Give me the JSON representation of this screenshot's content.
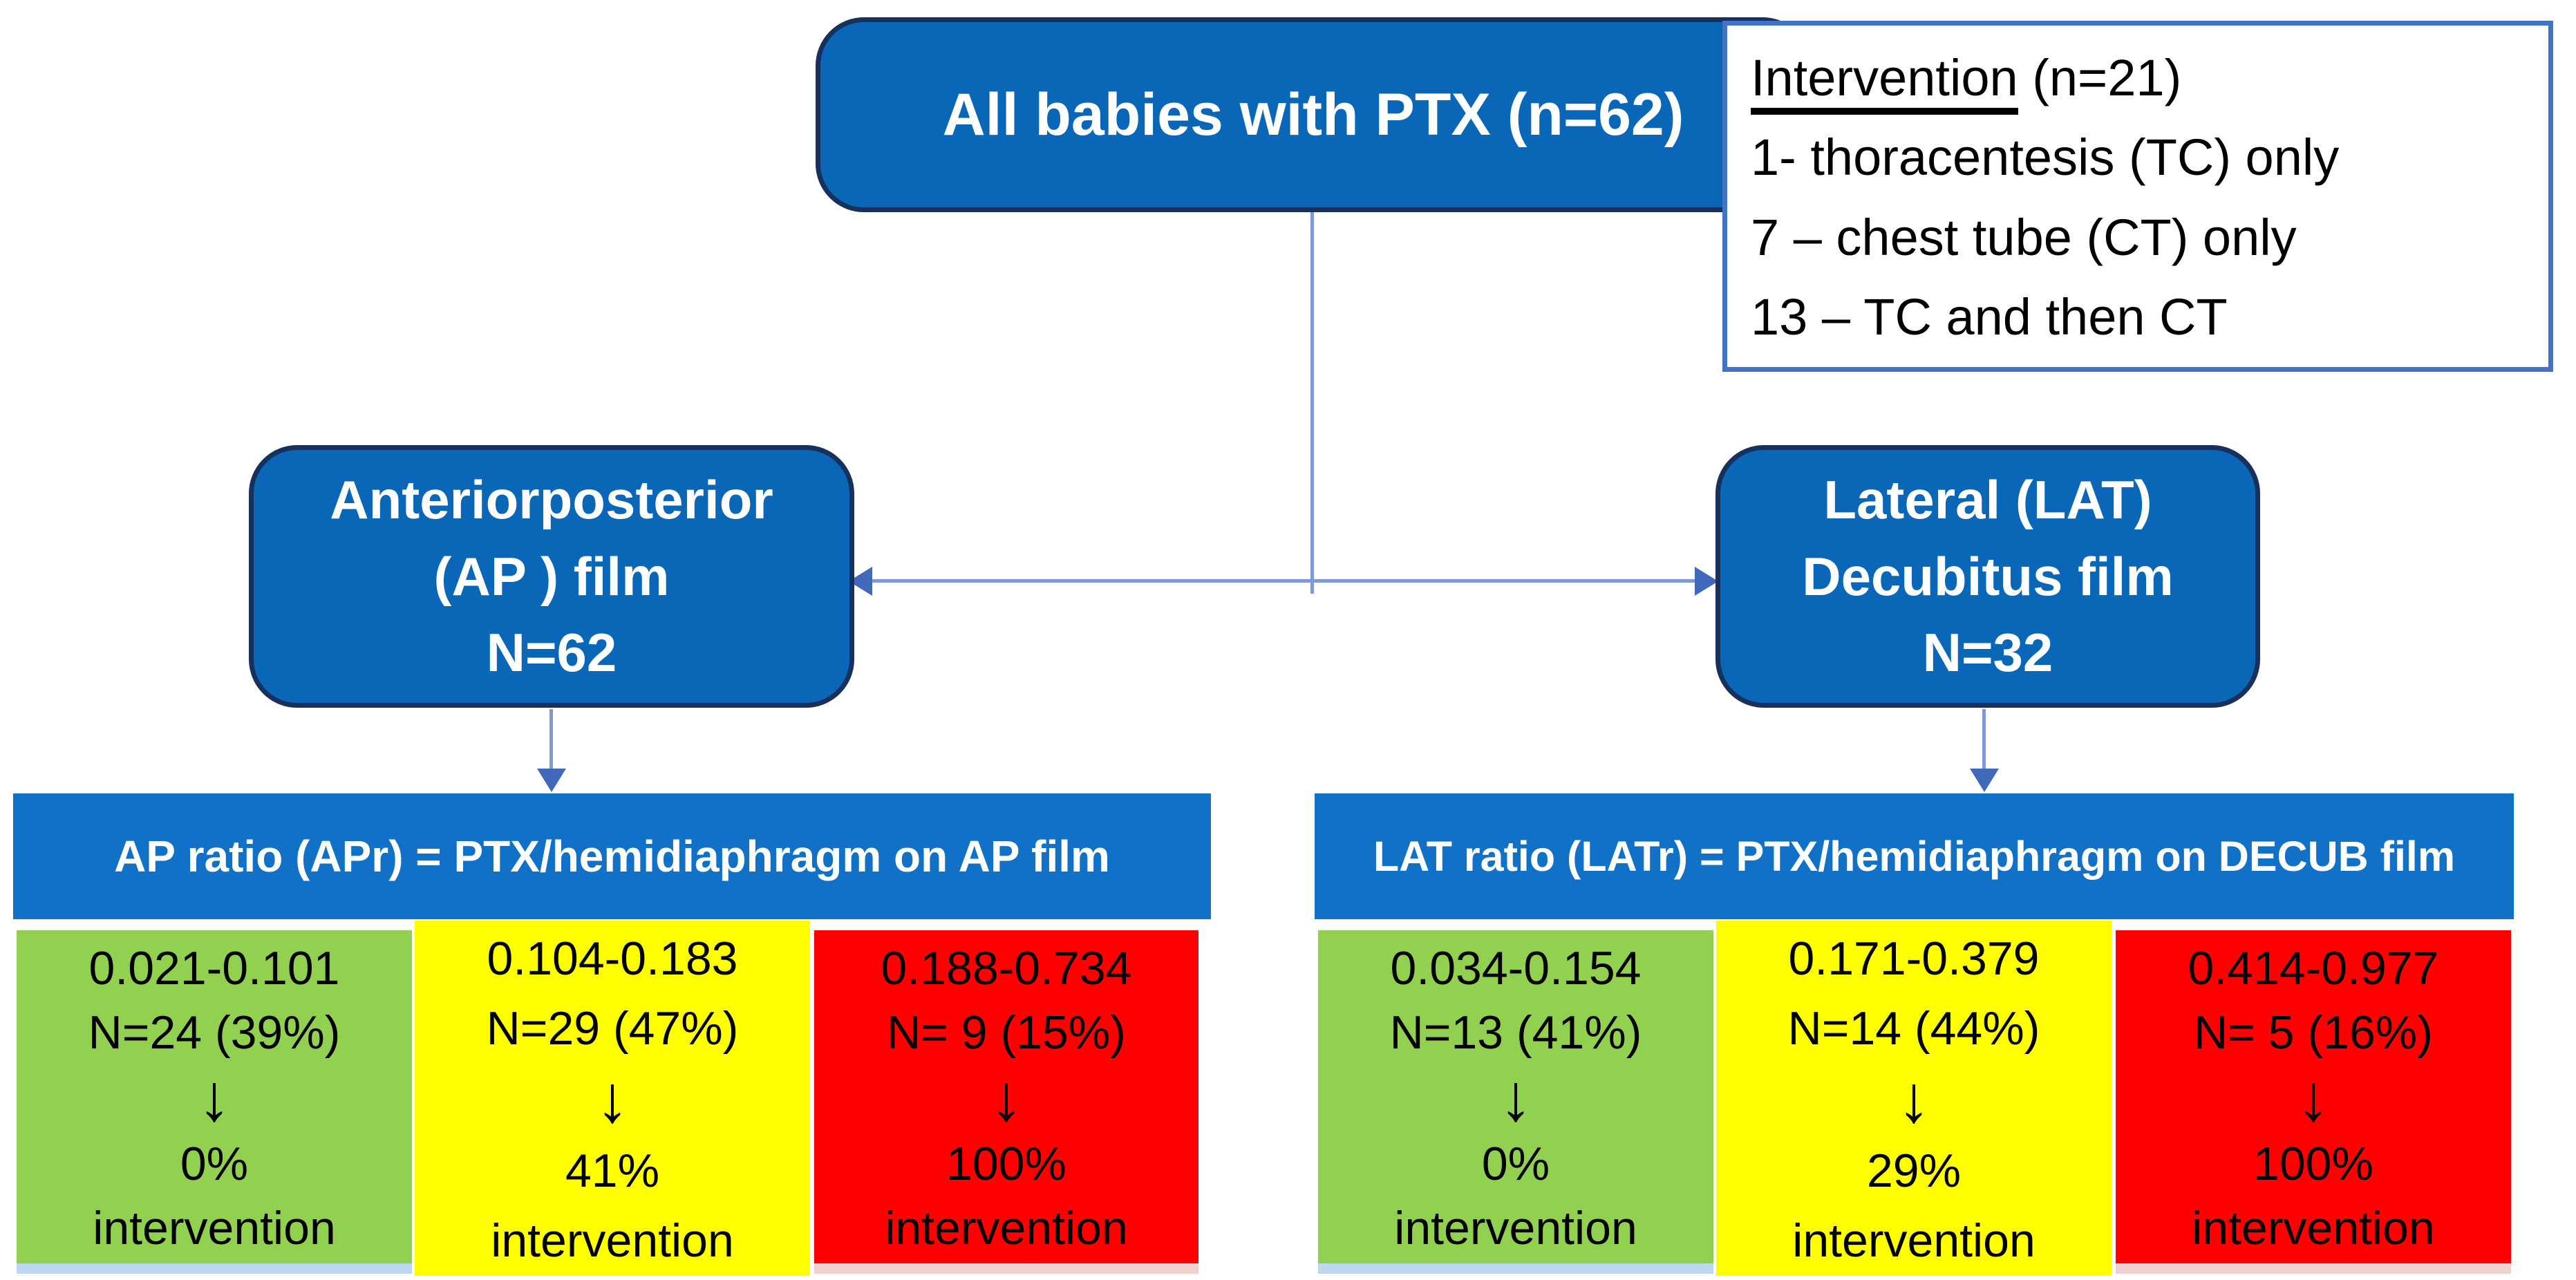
{
  "colors": {
    "blue-box": "#0a67b8",
    "blue-bar": "#1171c6",
    "navy-border": "#18315c",
    "legend-border": "#4472c4",
    "conn-line": "#7d9ad6",
    "conn-arrow": "#4068bb",
    "cell-green": "#92d050",
    "cell-yellow": "#ffff00",
    "cell-red": "#ff0000",
    "strip-blue": "#bdd7ee",
    "strip-pink": "#f2cfcf"
  },
  "top_box": {
    "label": "All babies with PTX (n=62)"
  },
  "intervention_box": {
    "title": "Intervention",
    "suffix": " (n=21)",
    "items": [
      "1- thoracentesis (TC) only",
      "7 – chest tube (CT) only",
      "13 – TC and then CT"
    ]
  },
  "left_branch": {
    "box": {
      "line1": "Anteriorposterior",
      "line2": "(AP ) film",
      "line3": "N=62"
    },
    "header": "AP ratio (APr) = PTX/hemidiaphragm on AP film",
    "cells": [
      {
        "color": "green",
        "range": "0.021-0.101",
        "n": "N=24 (39%)",
        "arrow": "↓",
        "pct": "0%",
        "label": "intervention"
      },
      {
        "color": "yellow",
        "range": "0.104-0.183",
        "n": "N=29 (47%)",
        "arrow": "↓",
        "pct": "41%",
        "label": "intervention"
      },
      {
        "color": "red",
        "range": "0.188-0.734",
        "n": "N= 9 (15%)",
        "arrow": "↓",
        "pct": "100%",
        "label": "intervention"
      }
    ]
  },
  "right_branch": {
    "box": {
      "line1": "Lateral (LAT)",
      "line2": "Decubitus film",
      "line3": "N=32"
    },
    "header": "LAT ratio (LATr) = PTX/hemidiaphragm on DECUB film",
    "cells": [
      {
        "color": "green",
        "range": "0.034-0.154",
        "n": "N=13 (41%)",
        "arrow": "↓",
        "pct": "0%",
        "label": "intervention"
      },
      {
        "color": "yellow",
        "range": "0.171-0.379",
        "n": "N=14 (44%)",
        "arrow": "↓",
        "pct": "29%",
        "label": "intervention"
      },
      {
        "color": "red",
        "range": "0.414-0.977",
        "n": "N= 5 (16%)",
        "arrow": "↓",
        "pct": "100%",
        "label": "intervention"
      }
    ]
  }
}
